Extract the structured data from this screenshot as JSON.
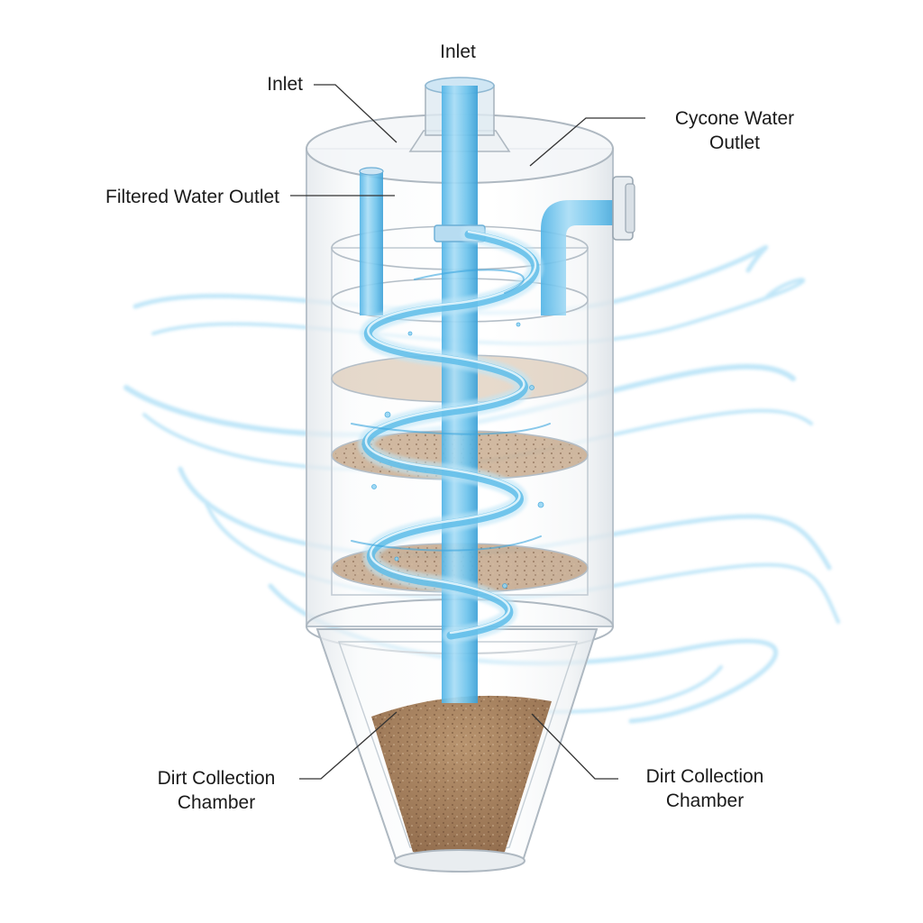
{
  "labels": {
    "inlet_top": "Inlet",
    "inlet_left": "Inlet",
    "cyclone_outlet": {
      "line1": "Cycone Water",
      "line2": "Outlet"
    },
    "filtered_outlet": "Filtered Water Outlet",
    "dirt_left": {
      "line1": "Dirt Collection",
      "line2": "Chamber"
    },
    "dirt_right": {
      "line1": "Dirt Collection",
      "line2": "Chamber"
    }
  },
  "colors": {
    "water": "#6fc6ee",
    "water_dark": "#2f9fd8",
    "glass_edge": "#b9c3cc",
    "sediment": "#a98463",
    "sediment_dark": "#8a6548",
    "leader_line": "#333333"
  }
}
